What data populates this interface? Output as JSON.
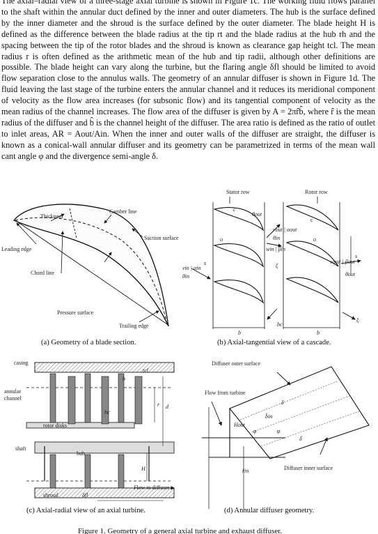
{
  "body_text": "The axial–radial view of a three-stage axial turbine is shown in Figure 1c. The working fluid flows parallel to the shaft within the annular duct defined by the inner and outer diameters. The hub is the surface defined by the inner diameter and the shroud is the surface defined by the outer diameter. The blade height H is defined as the difference between the blade radius at the tip rt and the blade radius at the hub rh and the spacing between the tip of the rotor blades and the shroud is known as clearance gap height tcl. The mean radius r is often defined as the arithmetic mean of the hub and tip radii, although other definitions are possible. The blade height can vary along the turbine, but the flaring angle δfl should be limited to avoid flow separation close to the annulus walls. The geometry of an annular diffuser is shown in Figure 1d. The fluid leaving the last stage of the turbine enters the annular channel and it reduces its meridional component of velocity as the flow area increases (for subsonic flow) and its tangential component of velocity as the mean radius of the channel increases. The flow area of the diffuser is given by A = 2πr̂b̂, where r̂ is the mean radius of the diffuser and b̂ is the channel height of the diffuser. The area ratio is defined as the ratio of outlet to inlet areas, AR = Aout/Ain. When the inner and outer walls of the diffuser are straight, the diffuser is known as a conical-wall annular diffuser and its geometry can be parametrized in terms of the mean wall cant angle φ and the divergence semi-angle δ.",
  "panel_a": {
    "caption": "(a) Geometry of a blade section.",
    "labels": {
      "thickness": "Thickness",
      "camber": "Camber line",
      "suction": "Suction surface",
      "leading": "Leading edge",
      "chord": "Chord line",
      "pressure": "Pressure surface",
      "trailing": "Trailing edge"
    }
  },
  "panel_b": {
    "caption": "(b) Axial-tangential view of a cascade.",
    "labels": {
      "stator": "Stator row",
      "rotor": "Rotor row",
      "c": "c",
      "o": "o",
      "s": "s",
      "b": "b",
      "bc": "bc",
      "xi": "ξ",
      "theta_out": "θout",
      "v_out": "vout | αout",
      "theta_in": "θin",
      "w_in": "win | βin",
      "v_in": "vin | αin",
      "theta_in2": "θin",
      "w_out": "wout | βout",
      "theta_out2": "θout"
    }
  },
  "panel_c": {
    "caption": "(c) Axial-radial view of an axial turbine.",
    "labels": {
      "casing": "casing",
      "annular": "annular",
      "channel": "channel",
      "rotor_disks": "rotor disks",
      "shaft": "shaft",
      "hub": "hub",
      "shroud": "shroud",
      "delta_fl": "δfl",
      "tcl": "tcl",
      "b": "b",
      "bc": "bc",
      "r": "r",
      "d": "d",
      "H": "H",
      "flow": "Flow to diffuser"
    }
  },
  "panel_d": {
    "caption": "(d) Annular diffuser geometry.",
    "labels": {
      "outer": "Diffuser outer surface",
      "flow": "Flow from turbine",
      "delta1": "δ",
      "b_in": "b̂in",
      "H_out": "Hout",
      "phi1": "φ",
      "phi2": "φ",
      "delta2": "δ",
      "inner": "Diffuser inner surface",
      "r_in": "r̂in"
    }
  },
  "figure_caption": "Figure 1. Geometry of a general axial turbine and exhaust diffuser."
}
